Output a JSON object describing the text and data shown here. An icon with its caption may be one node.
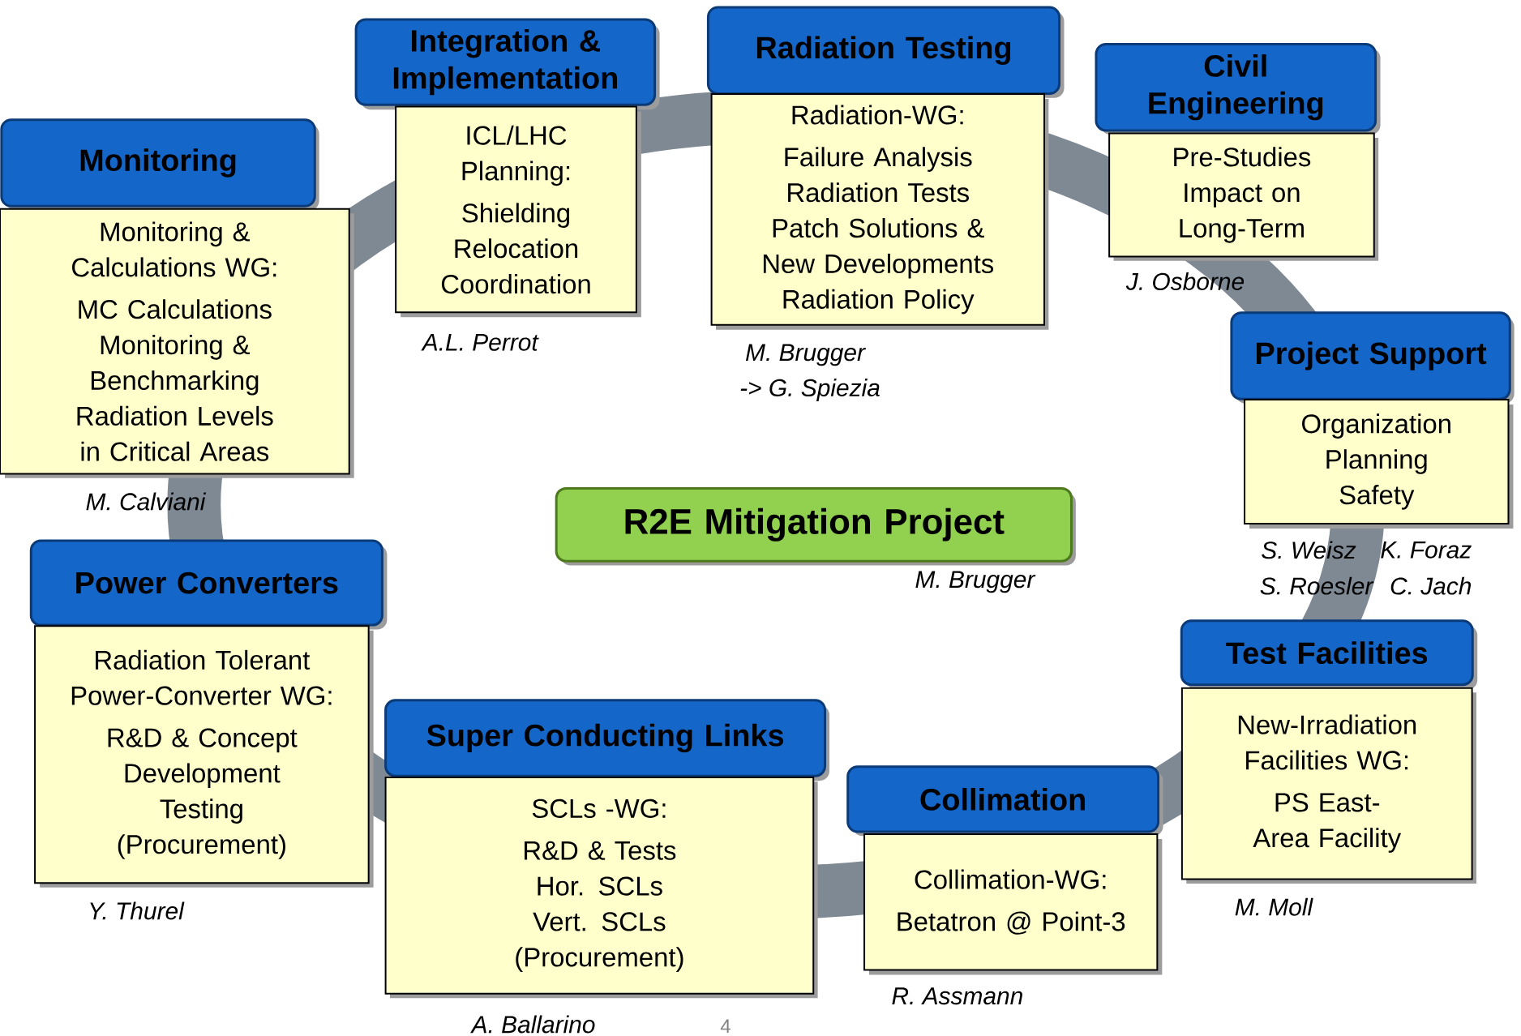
{
  "diagram": {
    "nodes": [
      {
        "text": [
          "Monitoring"
        ]
      },
      {
        "text": [
          "Monitoring & Calculations WG:",
          "MC Calculations",
          "Monitoring & Benchmarking",
          "Radiation Levels in Critical Areas"
        ],
        "beside": [
          "M. Calviani"
        ]
      },
      {
        "text": [
          "Integration & Implementation"
        ]
      },
      {
        "text": [
          "ICL/LHC Planning:",
          "Shielding",
          "Relocation",
          "Coordination"
        ],
        "beside": [
          "A.L. Perrot"
        ]
      },
      {
        "text": [
          "Radiation Testing"
        ]
      },
      {
        "text": [
          "Radiation-WG:",
          "Failure Analysis",
          "Radiation Tests",
          "Patch Solutions &",
          "New Developments",
          "Radiation Policy"
        ],
        "beside": [
          "M. Brugger",
          "-> G. Spiezia"
        ]
      },
      {
        "text": [
          "Civil Engineering"
        ]
      },
      {
        "text": [
          "Pre-Studies",
          "Impact on Long-Term"
        ],
        "beside": [
          "J. Osborne"
        ]
      },
      {
        "text": [
          "Project Support"
        ]
      },
      {
        "text": [
          "Organization",
          "Planning",
          "Safety"
        ],
        "beside": [
          "S. Weisz",
          "K. Foraz",
          "S. Roesler",
          "C. Jach"
        ]
      },
      {
        "text": [
          "R2E Mitigation Project"
        ],
        "beside": [
          "M. Brugger"
        ]
      },
      {
        "text": [
          "Test Facilities"
        ]
      },
      {
        "text": [
          "New-Irradiation Facilities WG:",
          "PS East-Area Facility"
        ],
        "beside": [
          "M. Moll"
        ]
      },
      {
        "text": [
          "Collimation"
        ]
      },
      {
        "text": [
          "Collimation-WG:",
          "Betatron @ Point-3"
        ],
        "beside": [
          "R. Assmann"
        ]
      },
      {
        "text": [
          "Super Conducting Links"
        ]
      },
      {
        "text": [
          "SCLs -WG:",
          "R&D & Tests",
          "Hor. SCLs",
          "Vert. SCLs",
          "(Procurement)"
        ],
        "beside": [
          "A. Ballarino"
        ]
      },
      {
        "text": [
          "Power Converters"
        ]
      },
      {
        "text": [
          "Radiation Tolerant Power-Converter WG:",
          "R&D & Concept Development",
          "Testing",
          "(Procurement)"
        ],
        "beside": [
          "Y. Thurel"
        ]
      }
    ],
    "labels": [
      "4"
    ]
  }
}
